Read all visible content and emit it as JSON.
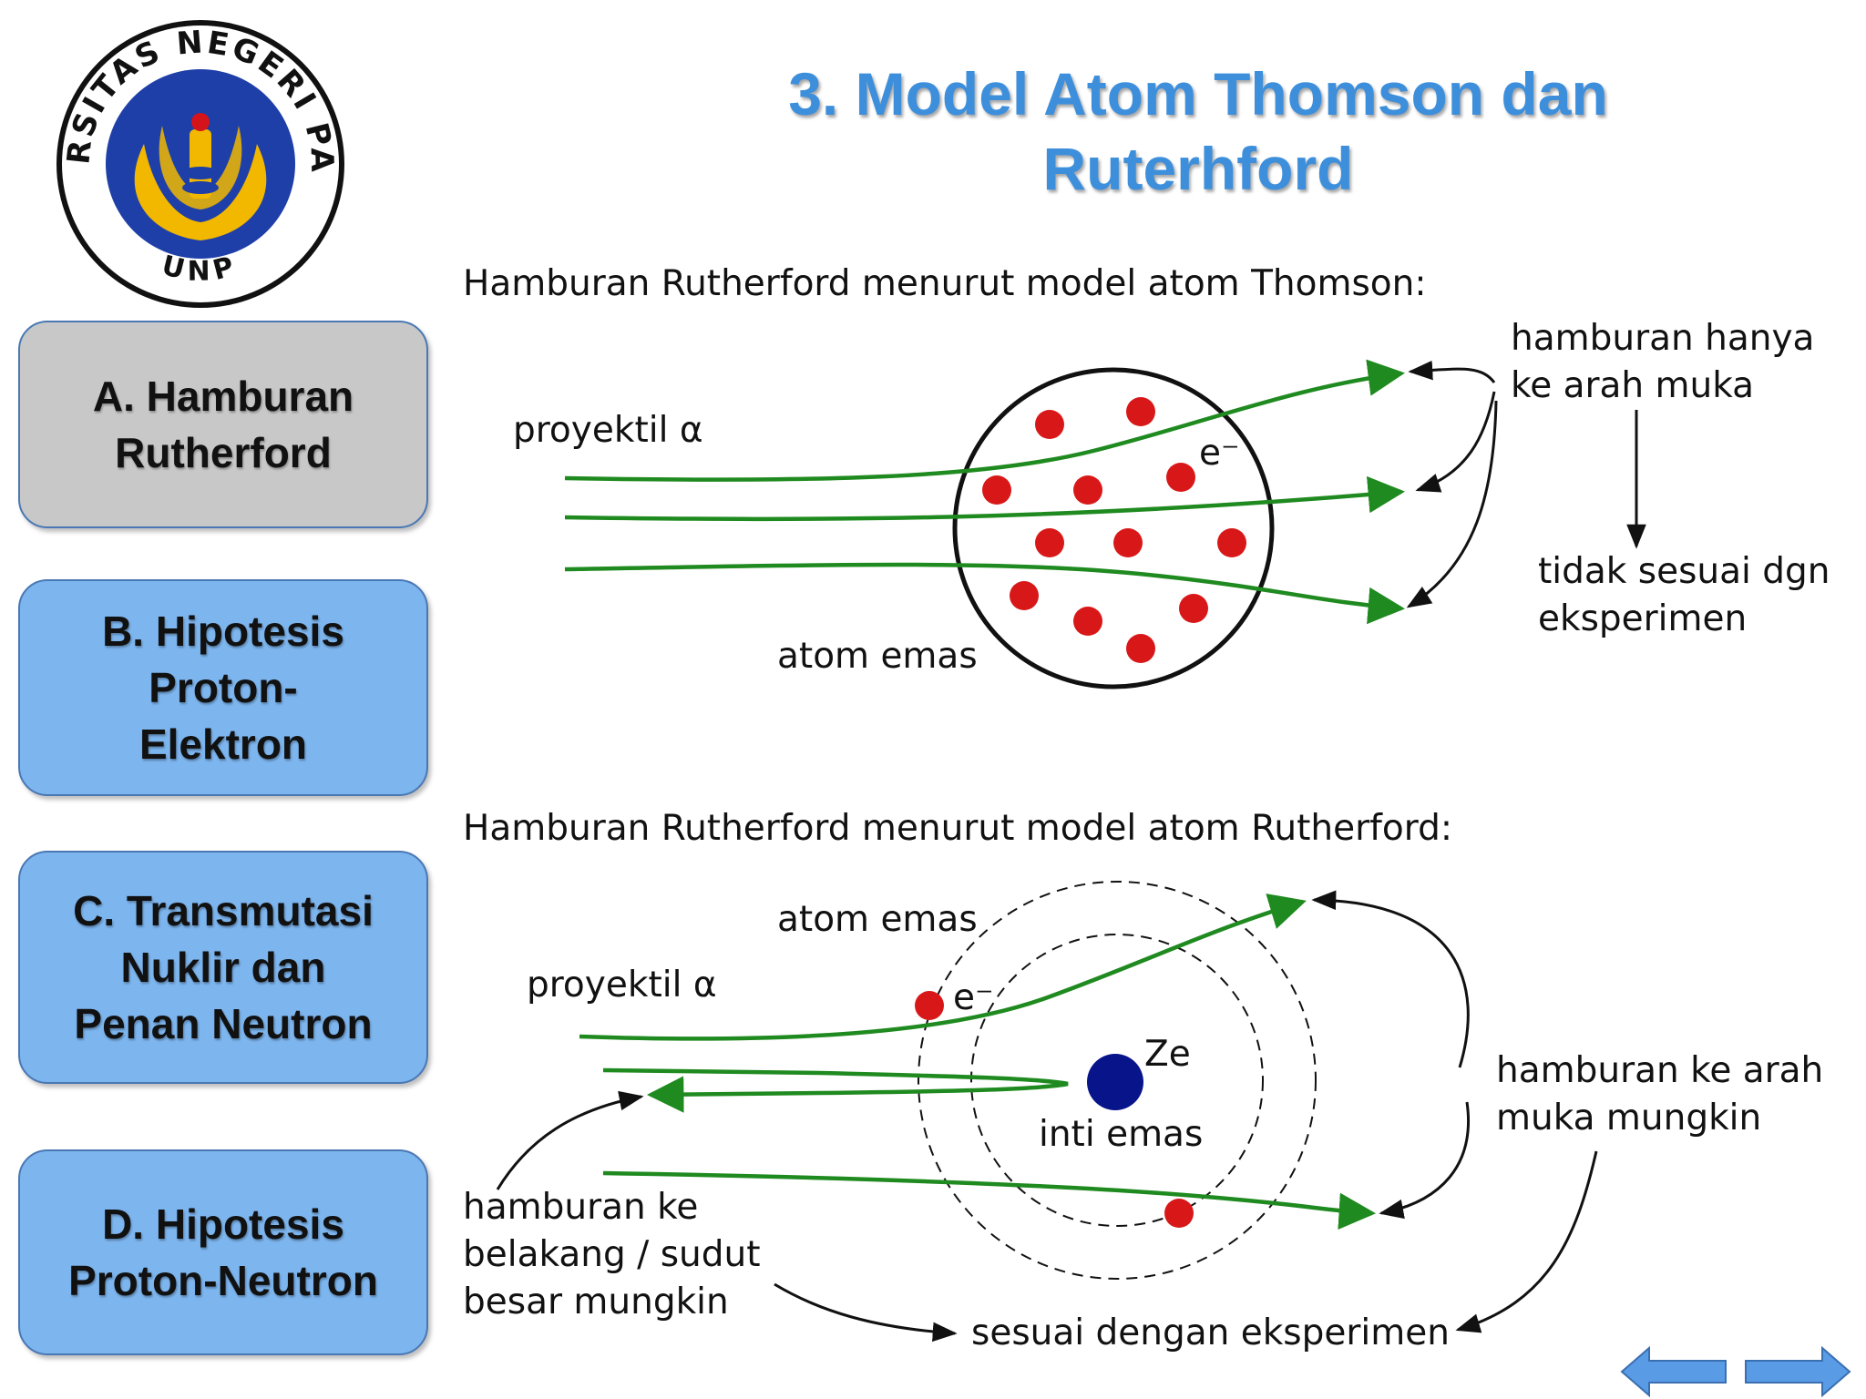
{
  "title": {
    "line1": "3. Model Atom Thomson dan",
    "line2": "Ruterhford"
  },
  "logo": {
    "text_top": "UNIVERSITAS NEGERI PADANG",
    "text_bottom": "UNP",
    "colors": {
      "ring": "#ffffff",
      "inner": "#1f3fa8",
      "emblem": "#f2b800",
      "dot": "#d4141a"
    }
  },
  "nav": {
    "a": {
      "line1": "A. Hamburan",
      "line2": "Rutherford"
    },
    "b": {
      "line1": "B. Hipotesis",
      "line2": "Proton-",
      "line3": "Elektron"
    },
    "c": {
      "line1": "C. Transmutasi",
      "line2": "Nuklir dan",
      "line3": "Penan Neutron"
    },
    "d": {
      "line1": "D. Hipotesis",
      "line2": "Proton-Neutron"
    }
  },
  "thomson": {
    "heading": "Hamburan Rutherford menurut model atom Thomson:",
    "projectile_label": "proyektil α",
    "electron_label": "e⁻",
    "atom_label": "atom emas",
    "note1_line1": "hamburan hanya",
    "note1_line2": "ke arah muka",
    "note2_line1": "tidak sesuai dgn",
    "note2_line2": "eksperimen"
  },
  "rutherford": {
    "heading": "Hamburan Rutherford menurut model atom Rutherford:",
    "atom_label": "atom emas",
    "projectile_label": "proyektil α",
    "electron_label": "e⁻",
    "nucleus_charge": "Ze",
    "nucleus_label": "inti emas",
    "forward_note_line1": "hamburan ke arah",
    "forward_note_line2": "muka mungkin",
    "back_note_line1": "hamburan ke",
    "back_note_line2": "belakang / sudut",
    "back_note_line3": "besar mungkin",
    "conclusion": "sesuai dengan eksperimen"
  },
  "colors": {
    "trajectory": "#1f8a1f",
    "electron": "#d81818",
    "nucleus": "#07148a",
    "arrow_fill": "#5a9be6",
    "title": "#3d8fdc"
  },
  "icons": {
    "prev": "left-arrow-icon",
    "next": "right-arrow-icon"
  }
}
